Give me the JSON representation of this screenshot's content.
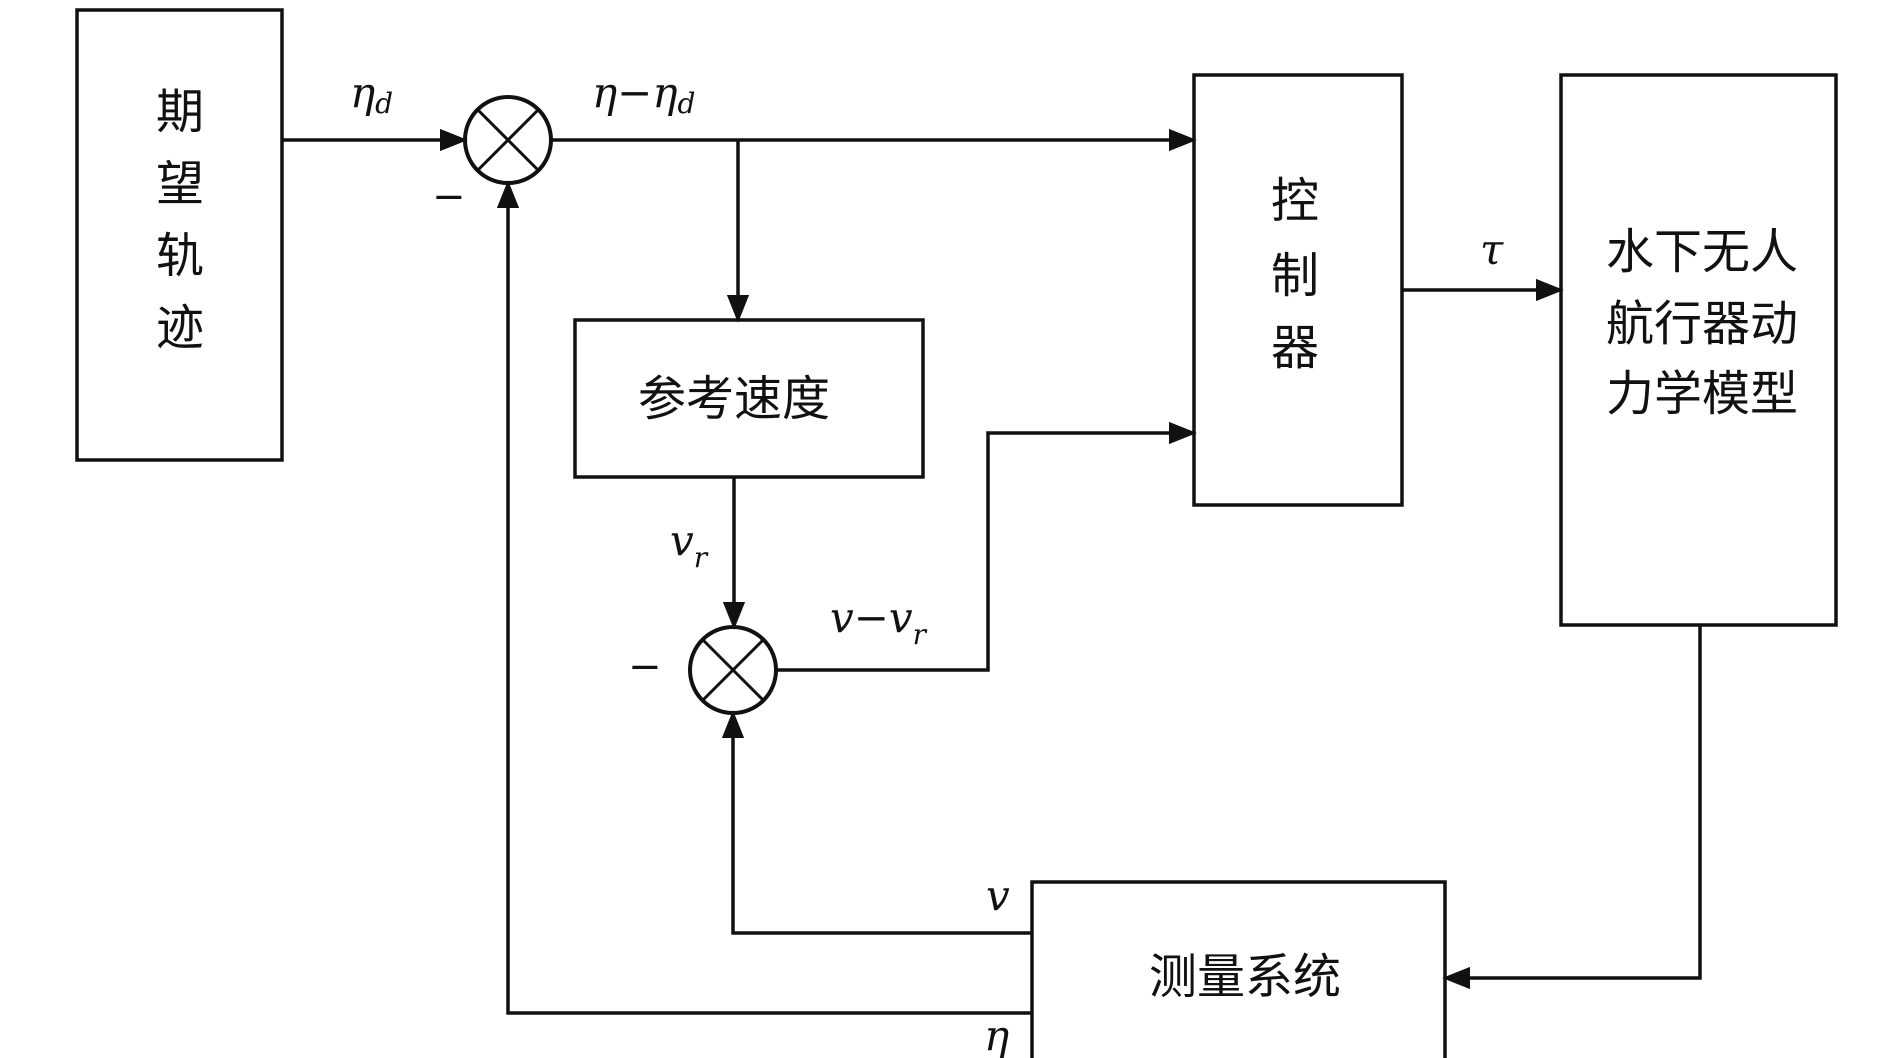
{
  "blocks": {
    "desired_trajectory": [
      "期",
      "望",
      "轨",
      "迹"
    ],
    "reference_velocity": "参考速度",
    "controller": [
      "控",
      "制",
      "器"
    ],
    "auv_model": [
      "水下无人",
      "航行器动",
      "力学模型"
    ],
    "measurement": "测量系统"
  },
  "signals": {
    "eta_d": {
      "base": "η",
      "sub": "d"
    },
    "eta_error": {
      "base": "η−η",
      "sub": "d"
    },
    "tau": "τ",
    "v_r": {
      "base": "v",
      "sub": "r"
    },
    "v_error": {
      "base": "v−v",
      "sub": "r"
    },
    "v": "v",
    "eta": "η",
    "minus_top": "−",
    "minus_bottom": "−"
  }
}
